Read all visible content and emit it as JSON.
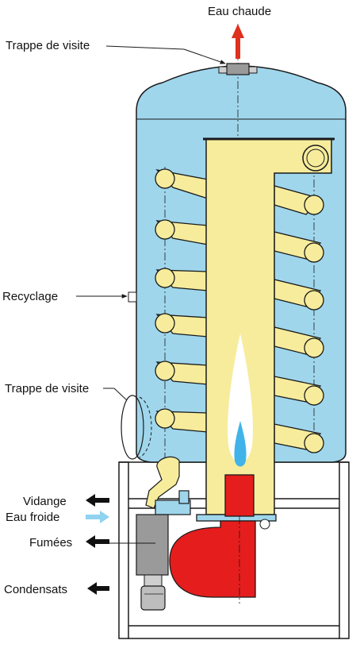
{
  "labels": {
    "hot_water": "Eau chaude",
    "inspection_hatch_top": "Trappe de visite",
    "recycling": "Recyclage",
    "inspection_hatch_side": "Trappe de visite",
    "drain": "Vidange",
    "cold_water": "Eau froide",
    "flue_gases": "Fumées",
    "condensates": "Condensats"
  },
  "colors": {
    "tank_water": "#9fd6ec",
    "exchanger": "#f6ec9c",
    "burner": "#e51d1d",
    "hot_water_arrow": "#e0301e",
    "cold_water_arrow": "#8fd3f0",
    "outline": "#1a1a1a",
    "drain_fitting": "#9a9a9a",
    "flame": "#ffffff",
    "flame_core": "#40b4e8"
  }
}
